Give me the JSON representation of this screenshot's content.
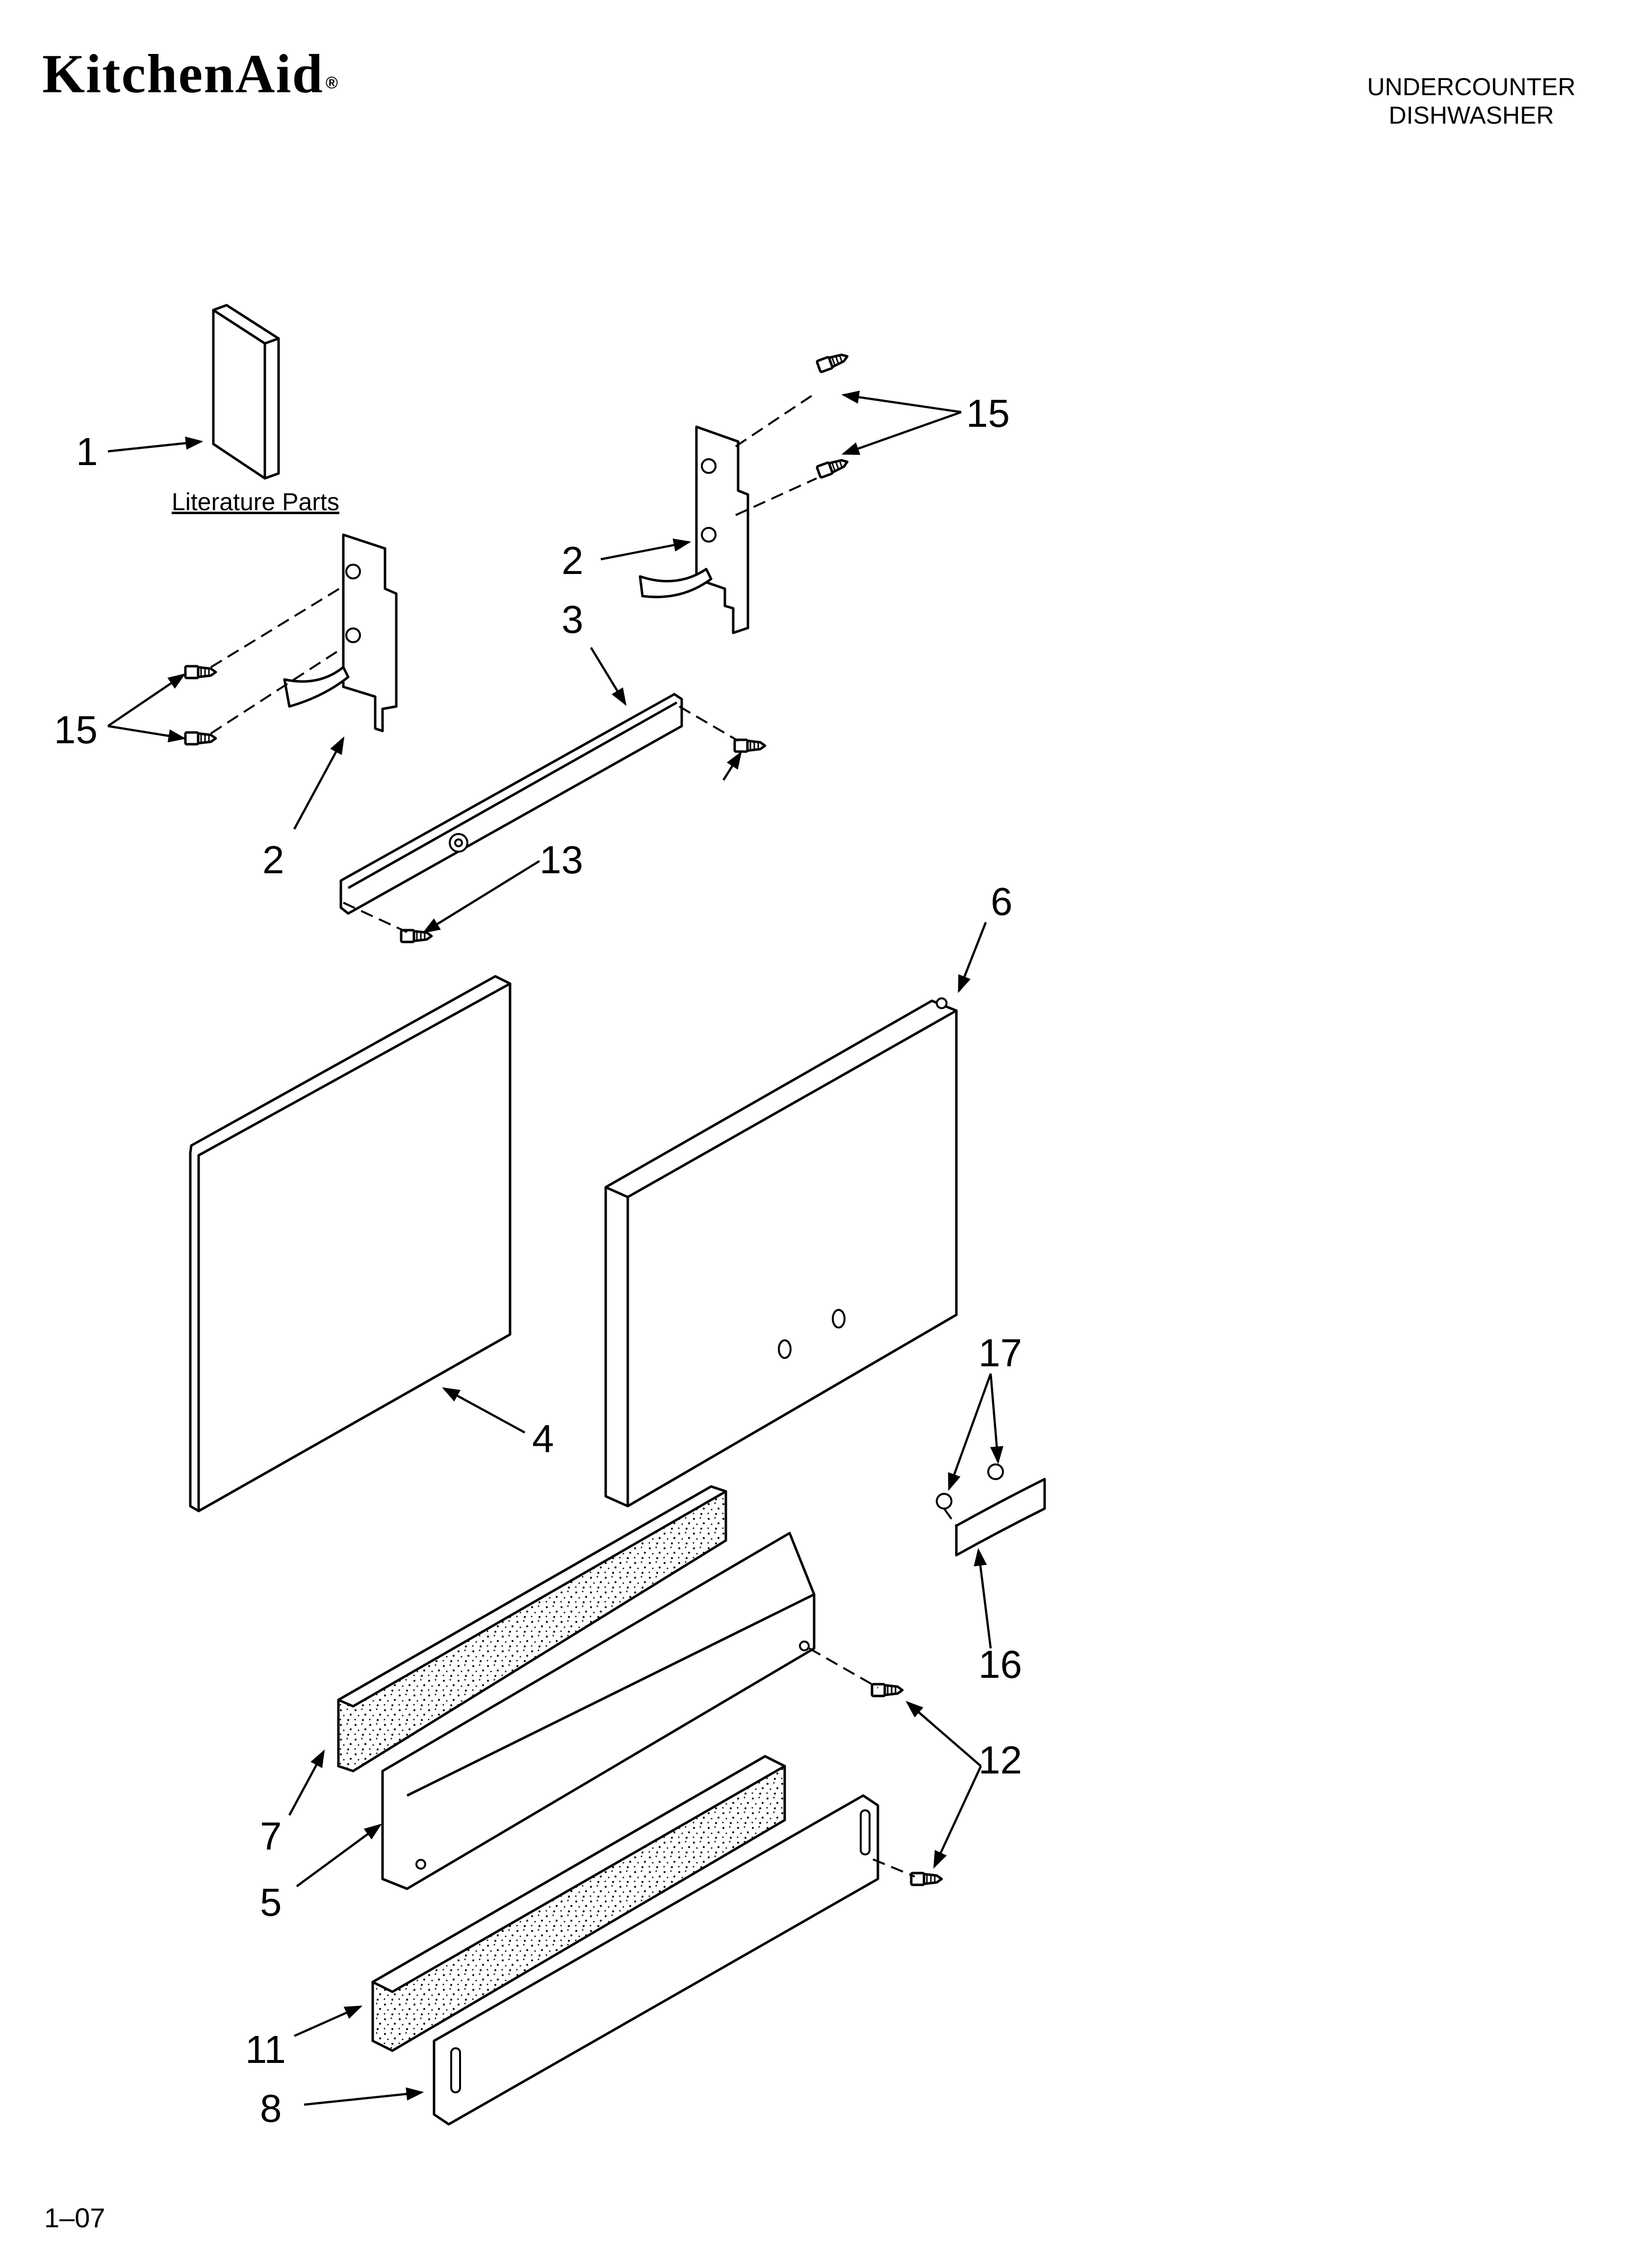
{
  "header": {
    "brand": "KitchenAid",
    "brand_mark": "®",
    "line1": "UNDERCOUNTER",
    "line2": "DISHWASHER"
  },
  "footer": {
    "code": "1–07"
  },
  "callouts": {
    "c1": "1",
    "c2a": "2",
    "c2b": "2",
    "c3": "3",
    "c4": "4",
    "c5": "5",
    "c6": "6",
    "c7": "7",
    "c8": "8",
    "c11": "11",
    "c12": "12",
    "c13": "13",
    "c15a": "15",
    "c15b": "15",
    "c16": "16",
    "c17": "17"
  },
  "literature_label": "Literature Parts"
}
